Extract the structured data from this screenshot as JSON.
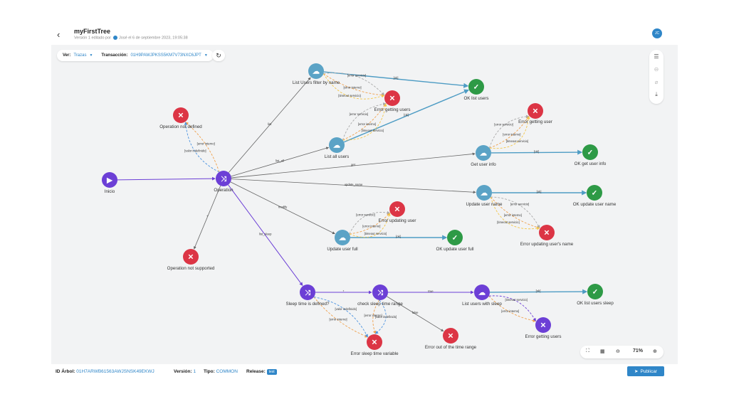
{
  "header": {
    "title": "myFirstTree",
    "subtitle_prefix": "Versión 1 editado por",
    "subtitle_suffix": "José el 6 de septiembre 2023, 19:05:38",
    "avatar_initials": "JC"
  },
  "filters": {
    "view_label": "Ver:",
    "view_value": "Trazas",
    "transaction_label": "Transacción:",
    "transaction_value": "01H9PAWJPKSS5KM7V73NXC6JPT"
  },
  "zoom": {
    "level": "71%"
  },
  "footer": {
    "tree_id_label": "ID Árbol:",
    "tree_id_value": "01H7ARWB61563AWJSNSK49EKWJ",
    "version_label": "Versión:",
    "version_value": "1",
    "type_label": "Tipo:",
    "type_value": "COMMON",
    "release_label": "Release:",
    "release_value": "test",
    "publish_label": "Publicar"
  },
  "colors": {
    "start": "#6c3fd6",
    "router": "#6c3fd6",
    "service": "#5ba3c6",
    "ok": "#2e9a46",
    "error": "#dc3545",
    "purple_service": "#6c3fd6"
  },
  "nodes": [
    {
      "id": "inicio",
      "type": "start",
      "label": "Inicio"
    },
    {
      "id": "operation",
      "type": "router",
      "label": "Operation"
    },
    {
      "id": "op_not_defined",
      "type": "error",
      "label": "Operation not defined"
    },
    {
      "id": "op_not_supported",
      "type": "error",
      "label": "Operation not supported"
    },
    {
      "id": "list_users_filter",
      "type": "service",
      "label": "List Users filter by name"
    },
    {
      "id": "error_getting_users_1",
      "type": "error",
      "label": "Error getting users"
    },
    {
      "id": "ok_list_users",
      "type": "ok",
      "label": "OK list users"
    },
    {
      "id": "list_all_users",
      "type": "service",
      "label": "List all users"
    },
    {
      "id": "get_user_info",
      "type": "service",
      "label": "Get user info"
    },
    {
      "id": "error_getting_user",
      "type": "error",
      "label": "Error getting user"
    },
    {
      "id": "ok_get_user_info",
      "type": "ok",
      "label": "OK get user info"
    },
    {
      "id": "update_user_name",
      "type": "service",
      "label": "Update user name"
    },
    {
      "id": "ok_update_user_name",
      "type": "ok",
      "label": "OK update user name"
    },
    {
      "id": "error_updating_users_name",
      "type": "error",
      "label": "Error updating user's name"
    },
    {
      "id": "update_user_full",
      "type": "service",
      "label": "Update user full"
    },
    {
      "id": "error_updating_user",
      "type": "error",
      "label": "Error updating user"
    },
    {
      "id": "ok_update_user_full",
      "type": "ok",
      "label": "OK update user full"
    },
    {
      "id": "sleep_defined",
      "type": "router",
      "label": "Sleep time is defined?"
    },
    {
      "id": "check_sleep",
      "type": "router",
      "label": "check sleep time range"
    },
    {
      "id": "list_users_sleep",
      "type": "purple_service",
      "label": "List users with sleep"
    },
    {
      "id": "ok_list_users_sleep",
      "type": "ok",
      "label": "OK list users sleep"
    },
    {
      "id": "error_getting_users_2",
      "type": "purple_error",
      "label": "Error getting users"
    },
    {
      "id": "error_out_of_range",
      "type": "error",
      "label": "Error out of the time range"
    },
    {
      "id": "error_sleep_variable",
      "type": "error",
      "label": "Error sleep time variable"
    }
  ],
  "edges": [
    {
      "from": "inicio",
      "to": "operation",
      "style": "purple",
      "label": ""
    },
    {
      "from": "operation",
      "to": "op_not_defined",
      "style": "dash_orange",
      "label": "[error interno]"
    },
    {
      "from": "operation",
      "to": "op_not_defined",
      "style": "dash_blue",
      "label": "[valor indefinido]"
    },
    {
      "from": "operation",
      "to": "op_not_supported",
      "style": "gray",
      "label": "*"
    },
    {
      "from": "operation",
      "to": "list_users_filter",
      "style": "gray",
      "label": "list"
    },
    {
      "from": "operation",
      "to": "list_all_users",
      "style": "gray",
      "label": "list_all"
    },
    {
      "from": "operation",
      "to": "get_user_info",
      "style": "gray",
      "label": "get"
    },
    {
      "from": "operation",
      "to": "update_user_name",
      "style": "gray",
      "label": "update_name"
    },
    {
      "from": "operation",
      "to": "update_user_full",
      "style": "gray",
      "label": "modify"
    },
    {
      "from": "operation",
      "to": "sleep_defined",
      "style": "purple",
      "label": "list_sleep"
    },
    {
      "from": "list_users_filter",
      "to": "ok_list_users",
      "style": "blue",
      "label": "[ok]"
    },
    {
      "from": "list_users_filter",
      "to": "error_getting_users_1",
      "style": "dash_orange",
      "label": "[error interno]"
    },
    {
      "from": "list_users_filter",
      "to": "error_getting_users_1",
      "style": "dash_gray",
      "label": "[error servicio]"
    },
    {
      "from": "list_users_filter",
      "to": "error_getting_users_1",
      "style": "dash_yellow",
      "label": "[timeout servicio]"
    },
    {
      "from": "list_all_users",
      "to": "ok_list_users",
      "style": "blue",
      "label": "[ok]"
    },
    {
      "from": "list_all_users",
      "to": "error_getting_users_1",
      "style": "dash_orange",
      "label": "[error interno]"
    },
    {
      "from": "list_all_users",
      "to": "error_getting_users_1",
      "style": "dash_gray",
      "label": "[error servicio]"
    },
    {
      "from": "list_all_users",
      "to": "error_getting_users_1",
      "style": "dash_yellow",
      "label": "[timeout servicio]"
    },
    {
      "from": "get_user_info",
      "to": "ok_get_user_info",
      "style": "blue",
      "label": "[ok]"
    },
    {
      "from": "get_user_info",
      "to": "error_getting_user",
      "style": "dash_orange",
      "label": "[error interno]"
    },
    {
      "from": "get_user_info",
      "to": "error_getting_user",
      "style": "dash_gray",
      "label": "[error servicio]"
    },
    {
      "from": "get_user_info",
      "to": "error_getting_user",
      "style": "dash_yellow",
      "label": "[timeout servicio]"
    },
    {
      "from": "update_user_name",
      "to": "ok_update_user_name",
      "style": "blue",
      "label": "[ok]"
    },
    {
      "from": "update_user_name",
      "to": "error_updating_users_name",
      "style": "dash_orange",
      "label": "[error interno]"
    },
    {
      "from": "update_user_name",
      "to": "error_updating_users_name",
      "style": "dash_gray",
      "label": "[error servicio]"
    },
    {
      "from": "update_user_name",
      "to": "error_updating_users_name",
      "style": "dash_yellow",
      "label": "[timeout servicio]"
    },
    {
      "from": "update_user_full",
      "to": "ok_update_user_full",
      "style": "blue",
      "label": "[ok]"
    },
    {
      "from": "update_user_full",
      "to": "error_updating_user",
      "style": "dash_orange",
      "label": "[error interno]"
    },
    {
      "from": "update_user_full",
      "to": "error_updating_user",
      "style": "dash_gray",
      "label": "[error servicio]"
    },
    {
      "from": "update_user_full",
      "to": "error_updating_user",
      "style": "dash_yellow",
      "label": "[timeout servicio]"
    },
    {
      "from": "sleep_defined",
      "to": "check_sleep",
      "style": "purple",
      "label": "*"
    },
    {
      "from": "sleep_defined",
      "to": "error_sleep_variable",
      "style": "dash_orange",
      "label": "[error interno]"
    },
    {
      "from": "sleep_defined",
      "to": "error_sleep_variable",
      "style": "dash_blue",
      "label": "[valor indefinido]"
    },
    {
      "from": "check_sleep",
      "to": "list_users_sleep",
      "style": "purple",
      "label": "true"
    },
    {
      "from": "check_sleep",
      "to": "error_out_of_range",
      "style": "gray",
      "label": "false"
    },
    {
      "from": "check_sleep",
      "to": "error_sleep_variable",
      "style": "dash_orange",
      "label": "[error interno]"
    },
    {
      "from": "check_sleep",
      "to": "error_sleep_variable",
      "style": "dash_blue",
      "label": "[valor indefinido]"
    },
    {
      "from": "list_users_sleep",
      "to": "ok_list_users_sleep",
      "style": "blue",
      "label": "[ok]"
    },
    {
      "from": "list_users_sleep",
      "to": "error_getting_users_2",
      "style": "dash_orange",
      "label": "[error interno]"
    },
    {
      "from": "list_users_sleep",
      "to": "error_getting_users_2",
      "style": "dash_purple",
      "label": "[timeout servicio]"
    }
  ]
}
